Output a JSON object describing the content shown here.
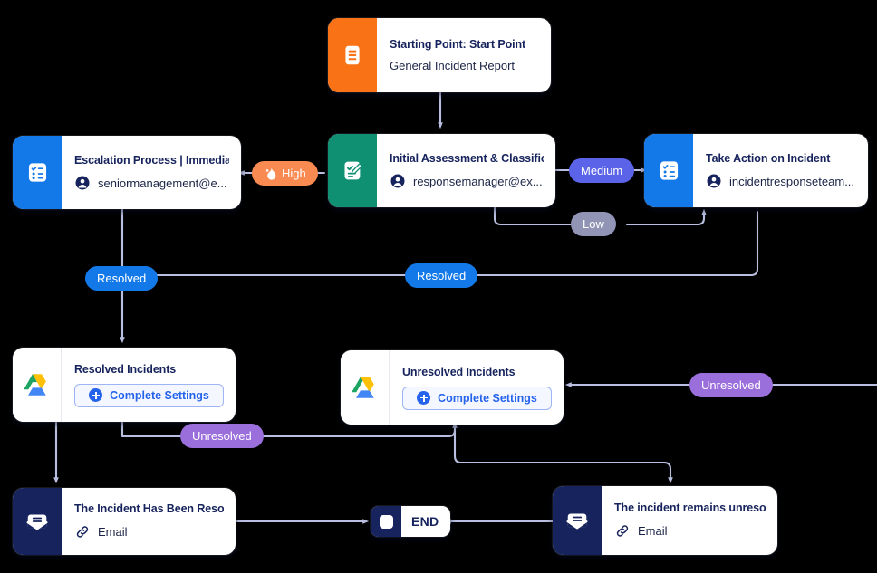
{
  "diagram": {
    "title": "Incident Response Workflow",
    "background": "#000000",
    "edge_color": "#b9bfe0"
  },
  "colors": {
    "orange": "#f97316",
    "green": "#0f9073",
    "blue": "#1479e8",
    "navy": "#16235c",
    "badge_high": "#f98a52",
    "badge_medium": "#5b63e8",
    "badge_low": "#9194b5",
    "badge_resolved": "#1479e8",
    "badge_unresolved": "#9b6fdb"
  },
  "nodes": [
    {
      "id": "start",
      "icon": "document-lines-icon",
      "title": "Starting Point: Start Point",
      "subtitle": "General Incident Report"
    },
    {
      "id": "escalation",
      "icon": "checklist-icon",
      "title": "Escalation Process | Immedia...",
      "subtitle": "seniormanagement@e..."
    },
    {
      "id": "assessment",
      "icon": "clipboard-pen-icon",
      "title": "Initial Assessment & Classific...",
      "subtitle": "responsemanager@ex..."
    },
    {
      "id": "take-action",
      "icon": "checklist-icon",
      "title": "Take Action on Incident",
      "subtitle": "incidentresponseteam..."
    },
    {
      "id": "resolved-incidents",
      "icon": "google-drive-icon",
      "title": "Resolved Incidents",
      "button": "Complete Settings"
    },
    {
      "id": "unresolved-incidents",
      "icon": "google-drive-icon",
      "title": "Unresolved Incidents",
      "button": "Complete Settings"
    },
    {
      "id": "email-resolved",
      "icon": "envelope-icon",
      "title": "The Incident Has Been Resol...",
      "subtitle": "Email"
    },
    {
      "id": "email-unresolved",
      "icon": "envelope-icon",
      "title": "The incident remains unresol...",
      "subtitle": "Email"
    }
  ],
  "end_node": {
    "label": "END",
    "icon": "stop-square-icon"
  },
  "edge_labels": [
    {
      "id": "high",
      "text": "High",
      "icon": "flame-icon"
    },
    {
      "id": "medium",
      "text": "Medium"
    },
    {
      "id": "low",
      "text": "Low"
    },
    {
      "id": "resolved-left",
      "text": "Resolved"
    },
    {
      "id": "resolved-right",
      "text": "Resolved"
    },
    {
      "id": "unresolved-left",
      "text": "Unresolved"
    },
    {
      "id": "unresolved-right",
      "text": "Unresolved"
    }
  ]
}
